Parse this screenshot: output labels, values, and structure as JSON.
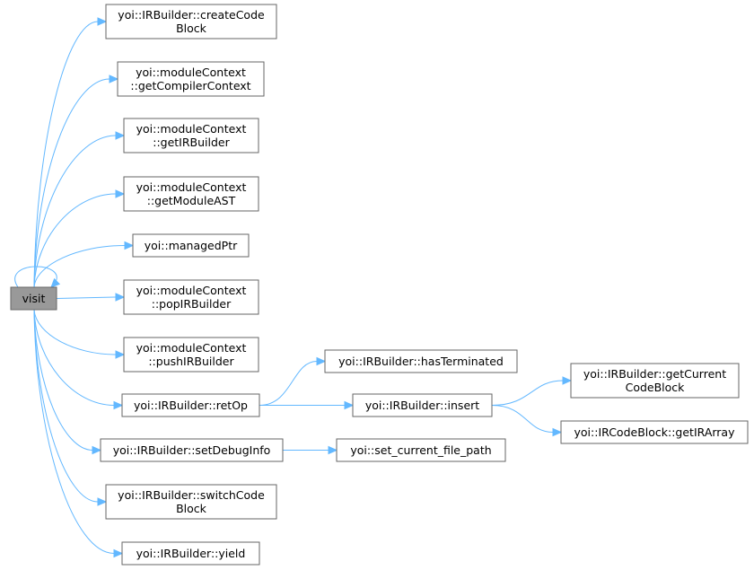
{
  "diagram": {
    "root": {
      "id": "visit",
      "lines": [
        "visit"
      ]
    },
    "nodes": [
      {
        "id": "createCodeBlock",
        "lines": [
          "yoi::IRBuilder::createCode",
          "Block"
        ]
      },
      {
        "id": "getCompilerContext",
        "lines": [
          "yoi::moduleContext",
          "::getCompilerContext"
        ]
      },
      {
        "id": "getIRBuilder",
        "lines": [
          "yoi::moduleContext",
          "::getIRBuilder"
        ]
      },
      {
        "id": "getModuleAST",
        "lines": [
          "yoi::moduleContext",
          "::getModuleAST"
        ]
      },
      {
        "id": "managedPtr",
        "lines": [
          "yoi::managedPtr"
        ]
      },
      {
        "id": "popIRBuilder",
        "lines": [
          "yoi::moduleContext",
          "::popIRBuilder"
        ]
      },
      {
        "id": "pushIRBuilder",
        "lines": [
          "yoi::moduleContext",
          "::pushIRBuilder"
        ]
      },
      {
        "id": "retOp",
        "lines": [
          "yoi::IRBuilder::retOp"
        ]
      },
      {
        "id": "setDebugInfo",
        "lines": [
          "yoi::IRBuilder::setDebugInfo"
        ]
      },
      {
        "id": "switchCodeBlock",
        "lines": [
          "yoi::IRBuilder::switchCode",
          "Block"
        ]
      },
      {
        "id": "yield",
        "lines": [
          "yoi::IRBuilder::yield"
        ]
      },
      {
        "id": "hasTerminated",
        "lines": [
          "yoi::IRBuilder::hasTerminated"
        ]
      },
      {
        "id": "insert",
        "lines": [
          "yoi::IRBuilder::insert"
        ]
      },
      {
        "id": "set_current_file_path",
        "lines": [
          "yoi::set_current_file_path"
        ]
      },
      {
        "id": "getCurrentCodeBlock",
        "lines": [
          "yoi::IRBuilder::getCurrent",
          "CodeBlock"
        ]
      },
      {
        "id": "getIRArray",
        "lines": [
          "yoi::IRCodeBlock::getIRArray"
        ]
      }
    ],
    "edges": [
      [
        "visit",
        "visit"
      ],
      [
        "visit",
        "createCodeBlock"
      ],
      [
        "visit",
        "getCompilerContext"
      ],
      [
        "visit",
        "getIRBuilder"
      ],
      [
        "visit",
        "getModuleAST"
      ],
      [
        "visit",
        "managedPtr"
      ],
      [
        "visit",
        "popIRBuilder"
      ],
      [
        "visit",
        "pushIRBuilder"
      ],
      [
        "visit",
        "retOp"
      ],
      [
        "visit",
        "setDebugInfo"
      ],
      [
        "visit",
        "switchCodeBlock"
      ],
      [
        "visit",
        "yield"
      ],
      [
        "retOp",
        "hasTerminated"
      ],
      [
        "retOp",
        "insert"
      ],
      [
        "insert",
        "getCurrentCodeBlock"
      ],
      [
        "insert",
        "getIRArray"
      ],
      [
        "setDebugInfo",
        "set_current_file_path"
      ]
    ]
  }
}
